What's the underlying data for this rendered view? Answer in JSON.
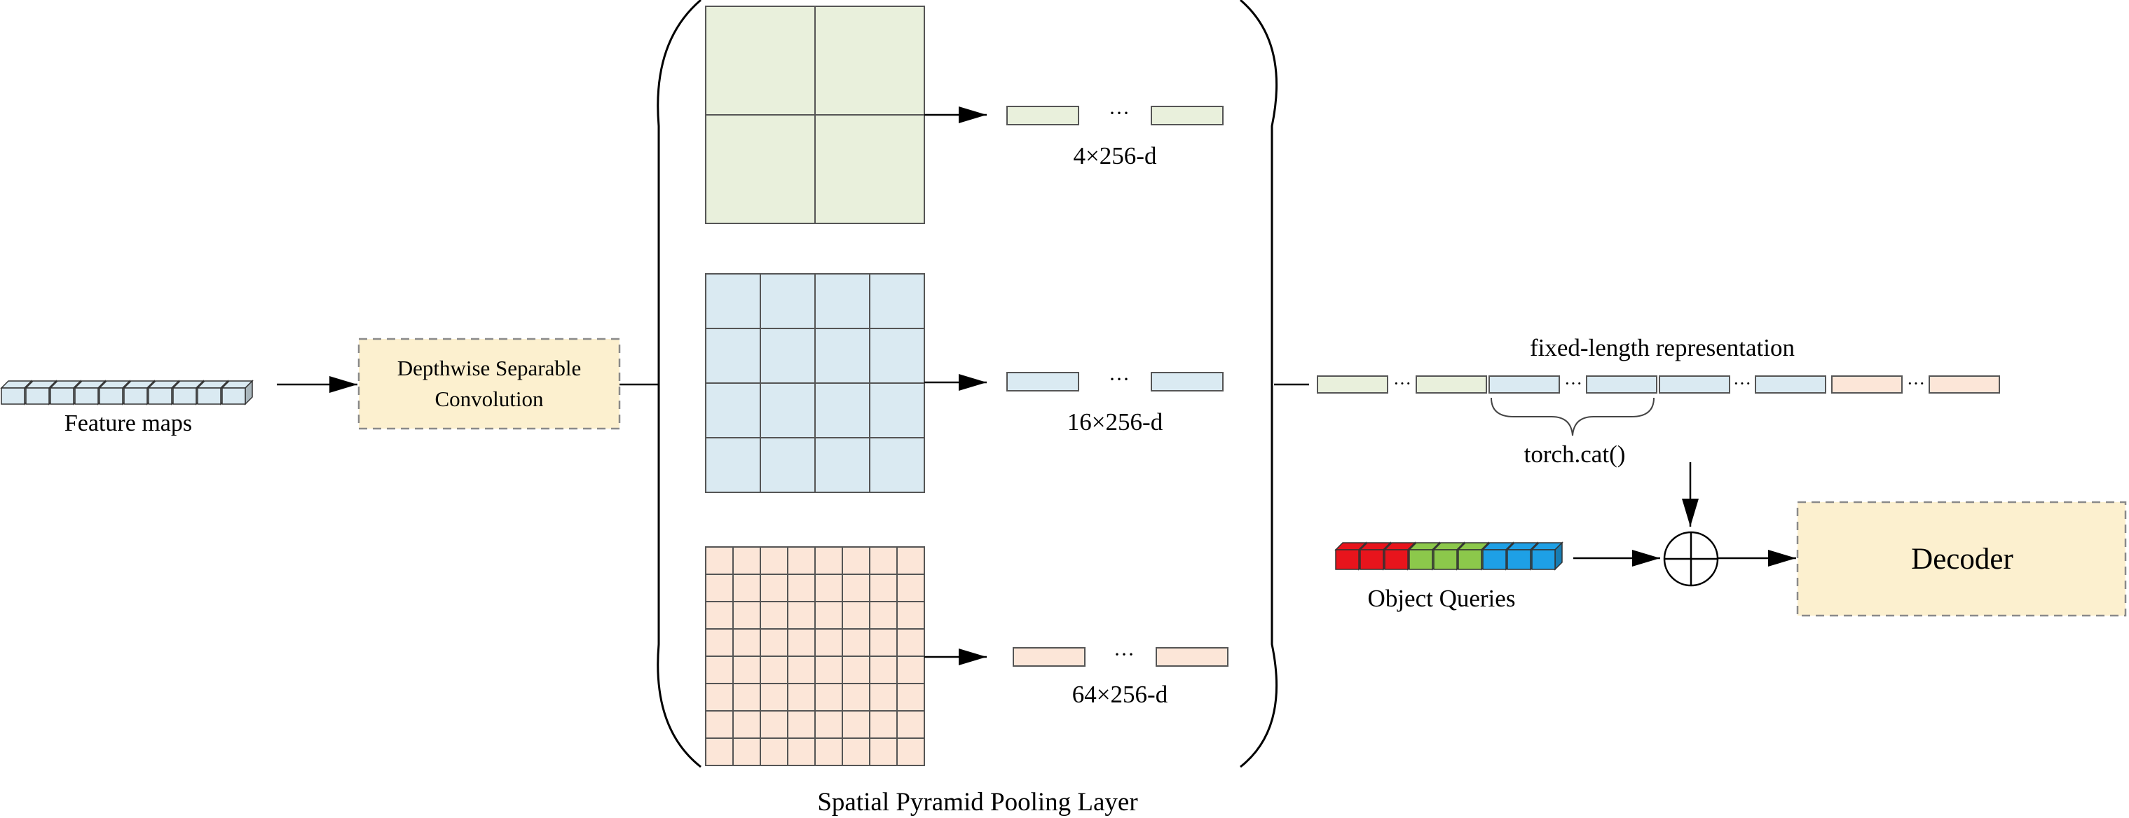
{
  "labels": {
    "feature_maps": "Feature maps",
    "conv_line1": "Depthwise Separable",
    "conv_line2": "Convolution",
    "pool_4": "4×256-d",
    "pool_16": "16×256-d",
    "pool_64": "64×256-d",
    "spp_layer": "Spatial Pyramid Pooling Layer",
    "fixed_length": "fixed-length representation",
    "torch_cat": "torch.cat()",
    "object_queries": "Object Queries",
    "decoder": "Decoder",
    "ellipsis": "···"
  },
  "colors": {
    "green": "#e9f0dc",
    "blue": "#daeaf2",
    "peach": "#fce6d8",
    "yellow_box": "#fcf0cf",
    "query_red": "#e8141c",
    "query_green": "#8cc84b",
    "query_blue": "#1ea0e6"
  },
  "icons": {
    "sum": "circled-plus-icon"
  }
}
